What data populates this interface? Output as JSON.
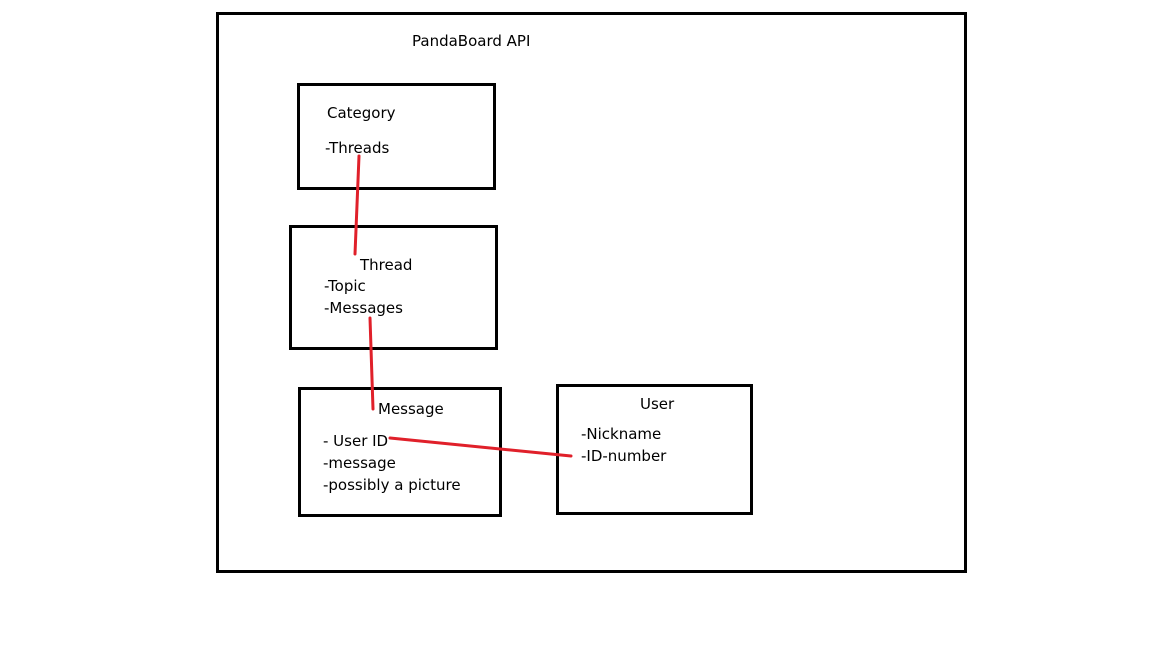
{
  "title": "PandaBoard API",
  "boxes": {
    "category": {
      "name": "Category",
      "fields": [
        "-Threads"
      ]
    },
    "thread": {
      "name": "Thread",
      "fields": [
        "-Topic",
        "-Messages"
      ]
    },
    "message": {
      "name": "Message",
      "fields": [
        "- User ID",
        "-message",
        "-possibly a picture"
      ]
    },
    "user": {
      "name": "User",
      "fields": [
        "-Nickname",
        "-ID-number"
      ]
    }
  },
  "connector_color": "#e0202a"
}
